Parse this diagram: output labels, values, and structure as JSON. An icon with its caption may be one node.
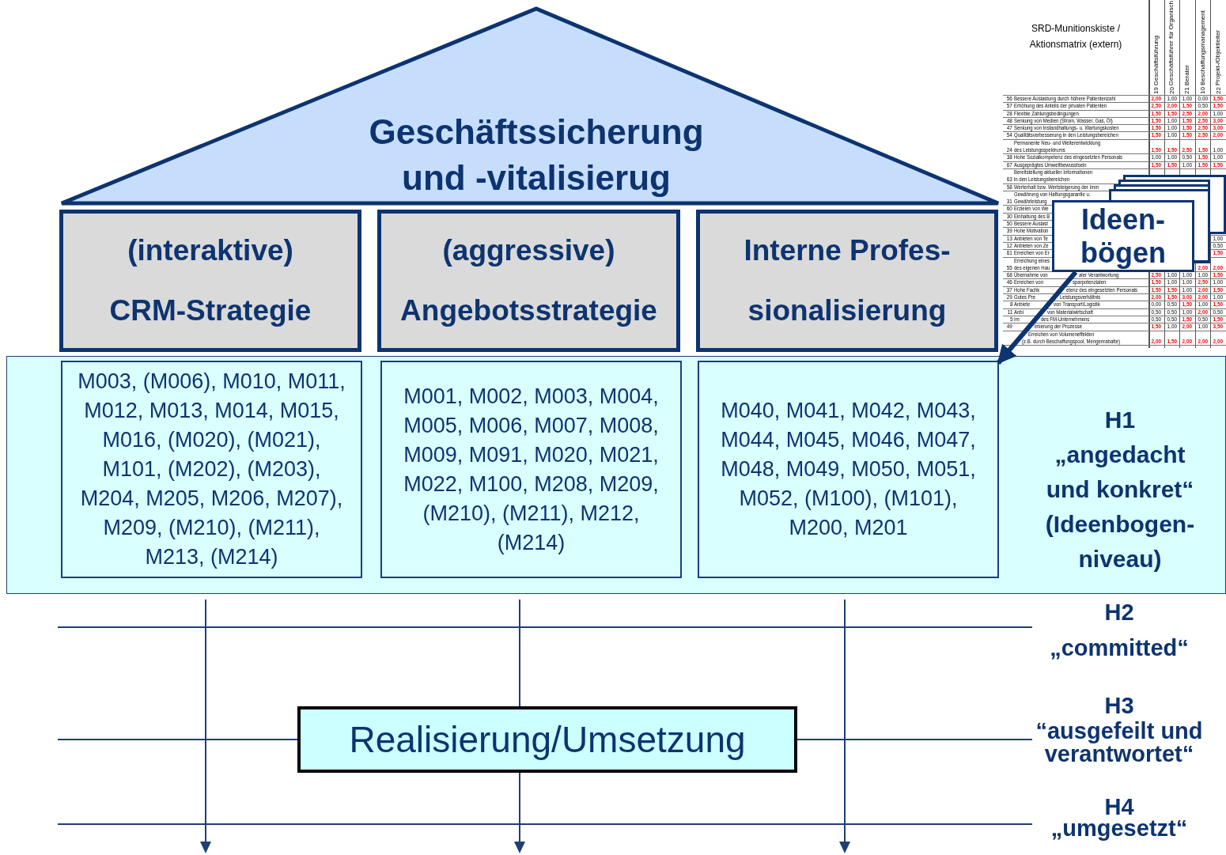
{
  "diagram": {
    "nodes": [
      {
        "text": [
          "Geschäftssicherung und -vitalisierug"
        ]
      },
      {
        "text": [
          "(interaktive) CRM-Strategie"
        ]
      },
      {
        "text": [
          "(aggressive) Angebotsstrategie"
        ]
      },
      {
        "text": [
          "Interne Profes- sionalisierung"
        ]
      },
      {
        "text": [
          "H1",
          "„angedacht und konkret“ (Ideenbogen- niveau)"
        ]
      },
      {
        "text": [
          "M003, (M006), M010, M011, M012, M013, M014, M015, M016, (M020), (M021), M101, (M202), (M203), M204, M205, M206, M207), M209, (M210), (M211), M213, (M214)"
        ],
        "in": 4
      },
      {
        "text": [
          "M001, M002, M003, M004, M005, M006, M007, M008, M009, M091, M020, M021, M022, M100, M208, M209, (M210), (M211), M212, (M214)"
        ],
        "in": 4
      },
      {
        "text": [
          "M040, M041, M042, M043, M044, M045, M046, M047, M048, M049, M050, M051, M052, (M100), (M101), M200, M201"
        ],
        "in": 4
      },
      {
        "text": [
          "Ideen- bögen"
        ]
      },
      {
        "text": [
          "Realisierung/Umsetzung"
        ]
      }
    ],
    "edges": [
      {
        "from": 8,
        "to": 7,
        "arrow": "to"
      }
    ],
    "labels": [
      "SRD-Munitionskiste / Aktionsmatrix (extern)",
      "Geschäftsführung",
      "Geschäftsführer für Organisch",
      "Berater",
      "Beschaffungsmanagement",
      "Projekt-/Objektleiter",
      "19",
      "20",
      "21",
      "10",
      "22",
      "56",
      "Bessere Auslastung durch höhere Patientenzahl",
      "2,00",
      "1,00",
      "1,00",
      "0,00",
      "1,50",
      "57",
      "Erhöhung des Anteils der privaten Patienten",
      "2,50",
      "2,00",
      "1,50",
      "0,50",
      "1,50",
      "28",
      "Flexible Zahlungsbedingungen",
      "1,50",
      "1,50",
      "2,50",
      "2,00",
      "1,00",
      "48",
      "Senkung von Medien (Strom, Wasser, Gas, Öl)",
      "1,50",
      "1,00",
      "1,50",
      "2,50",
      "3,00",
      "47",
      "Senkung von Instandhaltungs- u. Wartungskosten",
      "1,50",
      "1,00",
      "1,50",
      "2,50",
      "3,00",
      "54",
      "Qualitätsverbesserung in den Leistungsbereichen",
      "1,50",
      "1,00",
      "1,50",
      "2,50",
      "2,00",
      "24",
      "Permanente Neu- und Weiterentwicklung",
      "des Leistungsspektrums",
      "1,50",
      "1,50",
      "2,50",
      "1,50",
      "1,00",
      "38",
      "Hohe Sozialkompetenz des eingesetzten Personals",
      "1,00",
      "1,00",
      "0,50",
      "1,50",
      "1,00",
      "67",
      "Ausgeprägtes Umweltbewusstsein",
      "1,50",
      "1,50",
      "1,00",
      "1,50",
      "1,50",
      "63",
      "Bereitstellung aktueller Informationen",
      "in den Leistungsbereichen",
      "58",
      "Werterhalt bzw. Wertsteigerung der Imm",
      "31",
      "Gewährung von Haftungsgarantie u.",
      "Gewährleistung",
      "60",
      "Erzielen von We",
      "30",
      "Einhaltung des B",
      "50",
      "Bessere Auslast",
      "39",
      "Hohe Motivation",
      "13",
      "Anbieten von Te",
      "1,00",
      "12",
      "Anbieten von Ze",
      "0,50",
      "61",
      "Erreichen von Er",
      "1,50",
      "55",
      "Erreichung eines",
      "des eigenen Hau",
      "2,00",
      "2,00",
      "68",
      "Übernahme von",
      "aler Verantwortung",
      "2,50",
      "1,00",
      "1,00",
      "1,00",
      "1,50",
      "46",
      "Erreichen von",
      "sparpotenzialen",
      "1,50",
      "1,00",
      "1,00",
      "2,50",
      "1,00",
      "37",
      "Hohe Fachk",
      "etenz des eingesetzten Personals",
      "1,50",
      "1,50",
      "1,00",
      "2,00",
      "1,50",
      "29",
      "Gutes Pre",
      "Leistungsverhältnis",
      "2,00",
      "1,50",
      "3,00",
      "2,00",
      "1,00",
      "8",
      "Anbiete",
      "von Transport/Logistik",
      "0,00",
      "0,50",
      "1,50",
      "1,00",
      "1,50",
      "11",
      "Anbi",
      "von Materialwirtschaft",
      "0,50",
      "0,50",
      "1,00",
      "2,00",
      "0,50",
      "5",
      "Im",
      "des FM-Unternehmens",
      "0,50",
      "0,50",
      "1,50",
      "0,50",
      "1,50",
      "49",
      "imierung der Prozesse",
      "1,50",
      "1,00",
      "2,00",
      "1,00",
      "3,50",
      "Erreichen von Volumeneffekten",
      "(z.B. durch Beschaffungspool, Mengenrabatte)",
      "2,00",
      "1,50",
      "2,00",
      "2,00",
      "2,00",
      "H2",
      "„committed“",
      "H3",
      "“ausgefeilt und verantwortet“",
      "H4",
      "„umgesetzt“"
    ]
  }
}
